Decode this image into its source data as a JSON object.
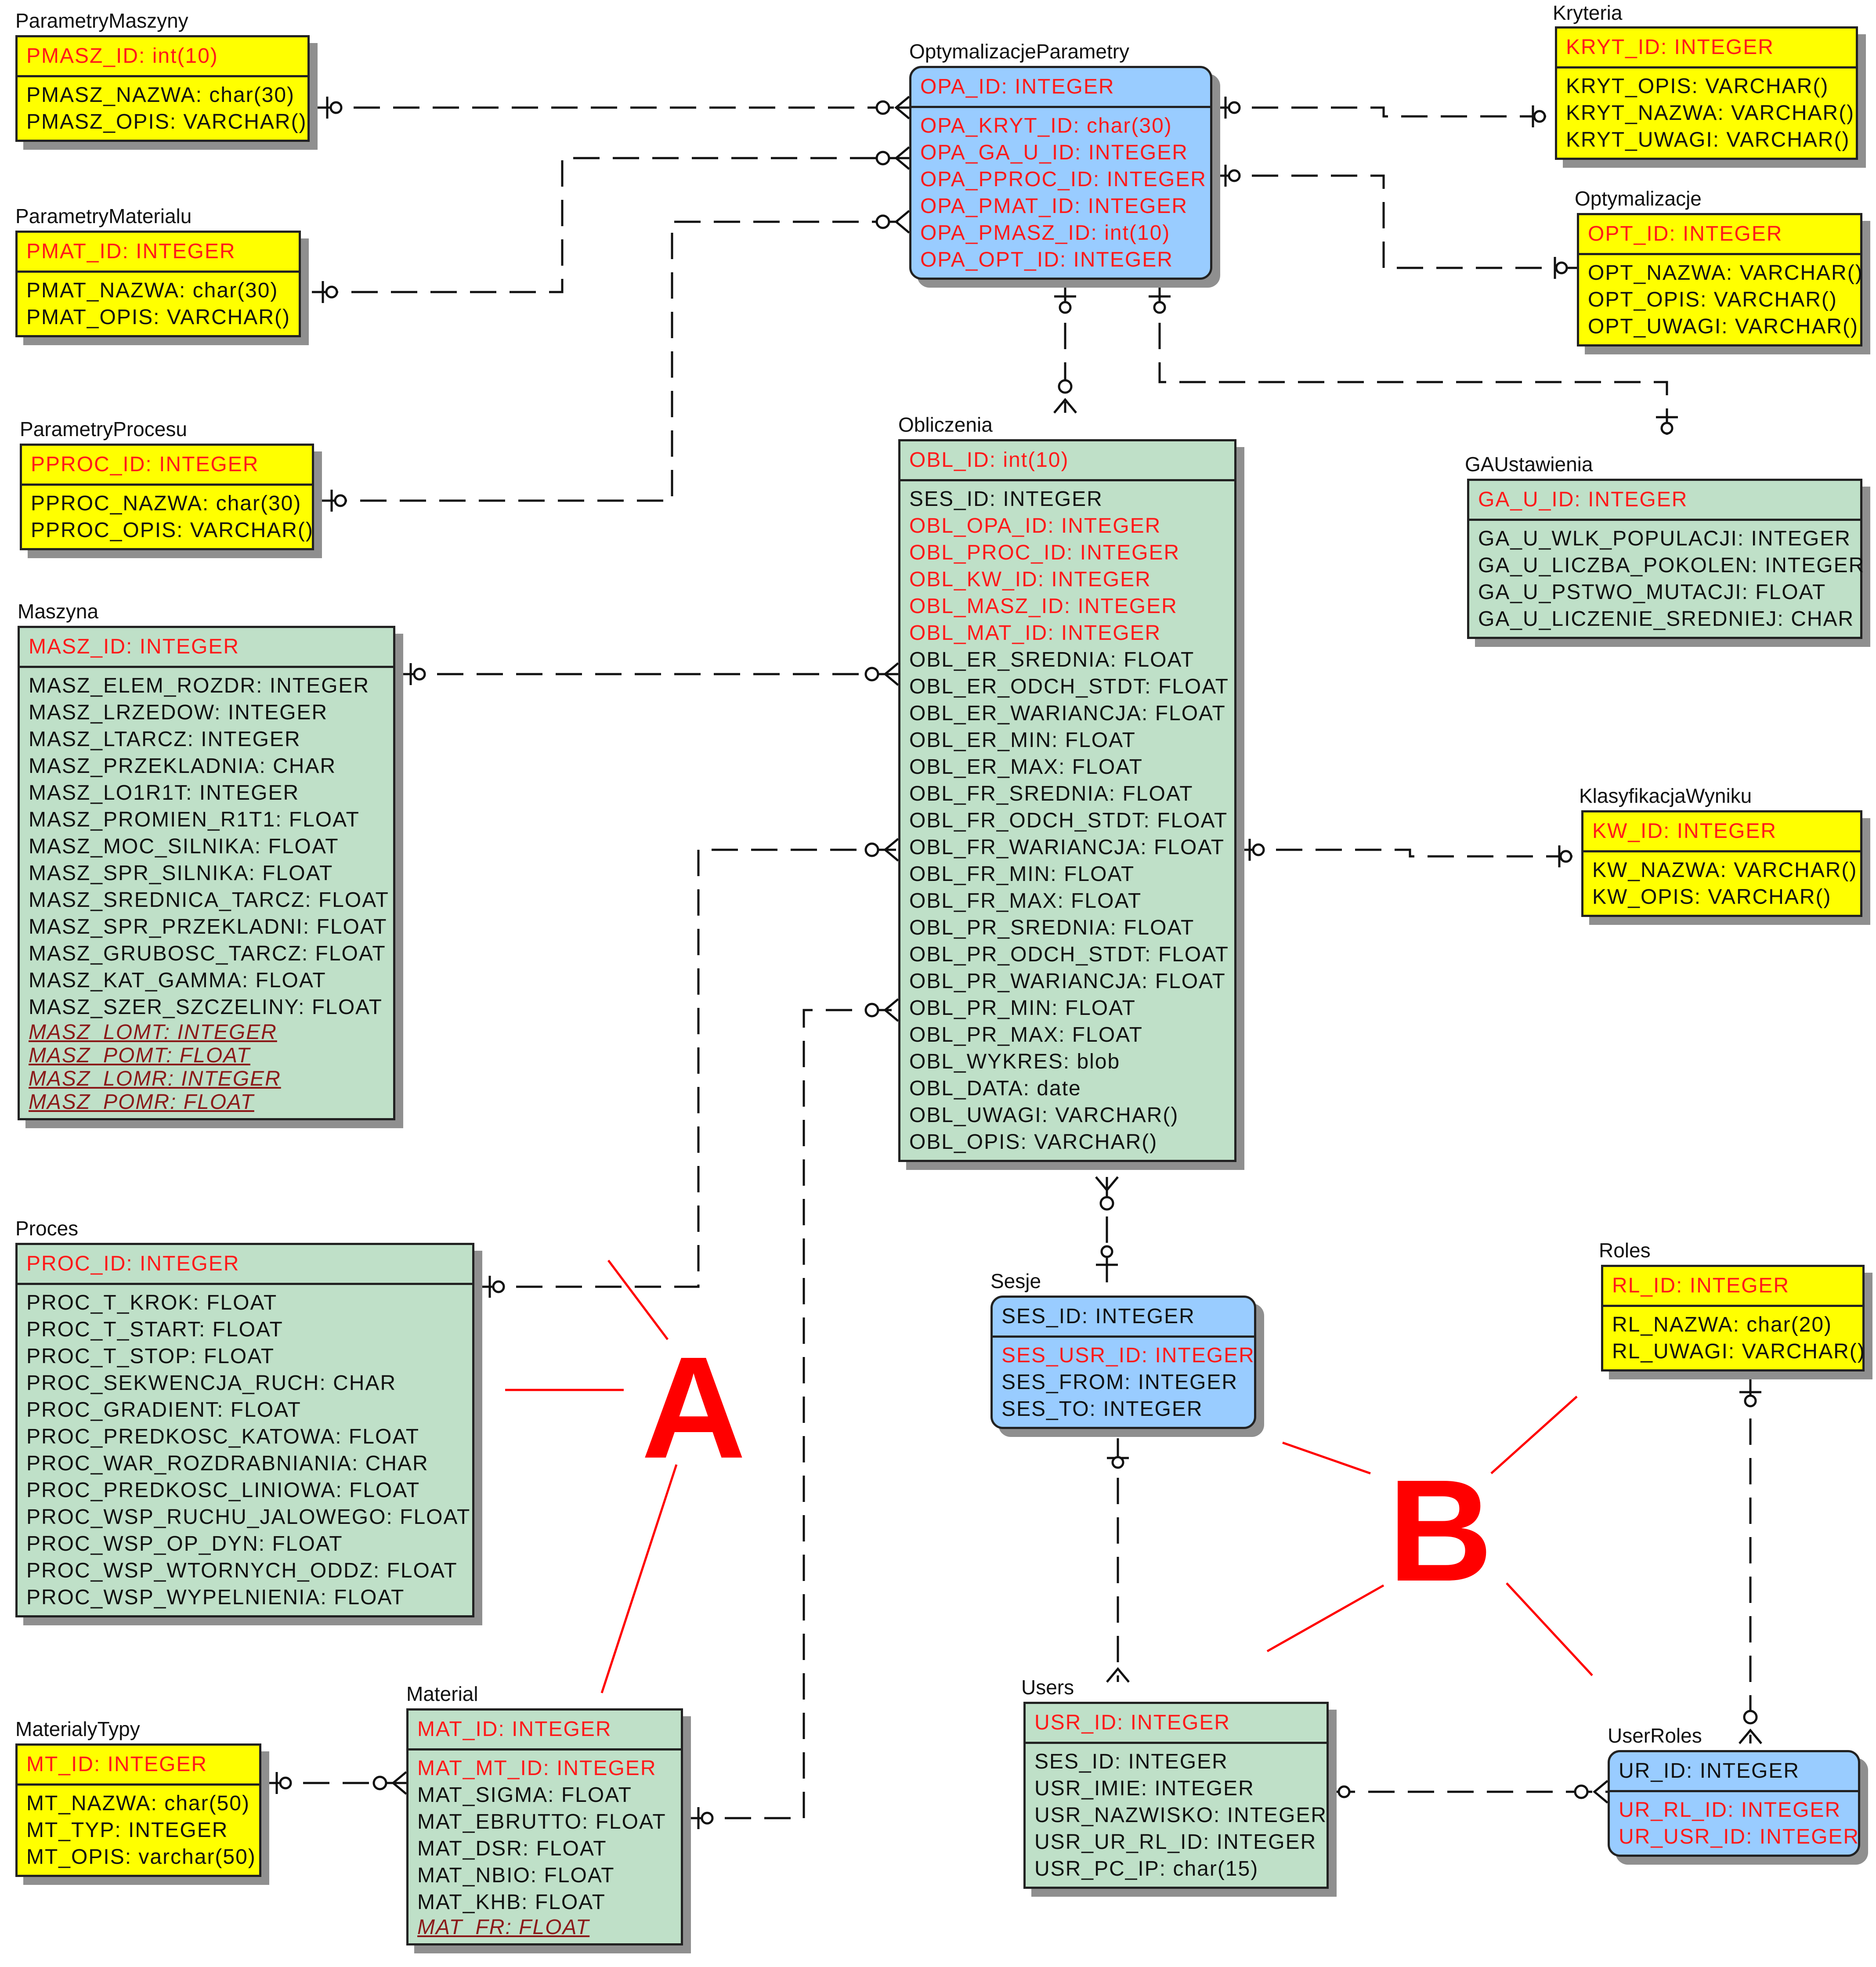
{
  "entities": {
    "parametry_maszyny": {
      "name": "ParametryMaszyny",
      "pk": "PMASZ_ID: int(10)",
      "attrs": [
        "PMASZ_NAZWA: char(30)",
        "PMASZ_OPIS: VARCHAR()"
      ]
    },
    "parametry_materialu": {
      "name": "ParametryMaterialu",
      "pk": "PMAT_ID: INTEGER",
      "attrs": [
        "PMAT_NAZWA: char(30)",
        "PMAT_OPIS: VARCHAR()"
      ]
    },
    "parametry_procesu": {
      "name": "ParametryProcesu",
      "pk": "PPROC_ID: INTEGER",
      "attrs": [
        "PPROC_NAZWA: char(30)",
        "PPROC_OPIS: VARCHAR()"
      ]
    },
    "optymalizacje_parametry": {
      "name": "OptymalizacjeParametry",
      "pk": "OPA_ID: INTEGER",
      "attrs": [
        "OPA_KRYT_ID: char(30)",
        "OPA_GA_U_ID: INTEGER",
        "OPA_PPROC_ID: INTEGER",
        "OPA_PMAT_ID: INTEGER",
        "OPA_PMASZ_ID: int(10)",
        "OPA_OPT_ID: INTEGER"
      ]
    },
    "kryteria": {
      "name": "Kryteria",
      "pk": "KRYT_ID: INTEGER",
      "attrs": [
        "KRYT_OPIS: VARCHAR()",
        "KRYT_NAZWA: VARCHAR()",
        "KRYT_UWAGI: VARCHAR()"
      ]
    },
    "optymalizacje": {
      "name": "Optymalizacje",
      "pk": "OPT_ID: INTEGER",
      "attrs": [
        "OPT_NAZWA: VARCHAR()",
        "OPT_OPIS: VARCHAR()",
        "OPT_UWAGI: VARCHAR()"
      ]
    },
    "obliczenia": {
      "name": "Obliczenia",
      "pk": "OBL_ID: int(10)",
      "attrs": [
        "SES_ID: INTEGER",
        "OBL_OPA_ID: INTEGER",
        "OBL_PROC_ID: INTEGER",
        "OBL_KW_ID: INTEGER",
        "OBL_MASZ_ID: INTEGER",
        "OBL_MAT_ID: INTEGER",
        "OBL_ER_SREDNIA: FLOAT",
        "OBL_ER_ODCH_STDT: FLOAT",
        "OBL_ER_WARIANCJA: FLOAT",
        "OBL_ER_MIN: FLOAT",
        "OBL_ER_MAX: FLOAT",
        "OBL_FR_SREDNIA: FLOAT",
        "OBL_FR_ODCH_STDT: FLOAT",
        "OBL_FR_WARIANCJA: FLOAT",
        "OBL_FR_MIN: FLOAT",
        "OBL_FR_MAX: FLOAT",
        "OBL_PR_SREDNIA: FLOAT",
        "OBL_PR_ODCH_STDT: FLOAT",
        "OBL_PR_WARIANCJA: FLOAT",
        "OBL_PR_MIN: FLOAT",
        "OBL_PR_MAX: FLOAT",
        "OBL_WYKRES: blob",
        "OBL_DATA: date",
        "OBL_UWAGI: VARCHAR()",
        "OBL_OPIS: VARCHAR()"
      ]
    },
    "ga_ustawienia": {
      "name": "GAUstawienia",
      "pk": "GA_U_ID: INTEGER",
      "attrs": [
        "GA_U_WLK_POPULACJI: INTEGER",
        "GA_U_LICZBA_POKOLEN: INTEGER",
        "GA_U_PSTWO_MUTACJI: FLOAT",
        "GA_U_LICZENIE_SREDNIEJ: CHAR"
      ]
    },
    "maszyna": {
      "name": "Maszyna",
      "pk": "MASZ_ID: INTEGER",
      "attrs": [
        "MASZ_ELEM_ROZDR: INTEGER",
        "MASZ_LRZEDOW: INTEGER",
        "MASZ_LTARCZ: INTEGER",
        "MASZ_PRZEKLADNIA: CHAR",
        "MASZ_LO1R1T: INTEGER",
        "MASZ_PROMIEN_R1T1: FLOAT",
        "MASZ_MOC_SILNIKA: FLOAT",
        "MASZ_SPR_SILNIKA: FLOAT",
        "MASZ_SREDNICA_TARCZ: FLOAT",
        "MASZ_SPR_PRZEKLADNI: FLOAT",
        "MASZ_GRUBOSC_TARCZ: FLOAT",
        "MASZ_KAT_GAMMA: FLOAT",
        "MASZ_SZER_SZCZELINY: FLOAT"
      ],
      "derived": [
        "MASZ_LOMT: INTEGER",
        "MASZ_POMT: FLOAT",
        "MASZ_LOMR: INTEGER",
        "MASZ_POMR: FLOAT"
      ]
    },
    "klasyfikacja_wyniku": {
      "name": "KlasyfikacjaWyniku",
      "pk": "KW_ID: INTEGER",
      "attrs": [
        "KW_NAZWA: VARCHAR()",
        "KW_OPIS: VARCHAR()"
      ]
    },
    "proces": {
      "name": "Proces",
      "pk": "PROC_ID: INTEGER",
      "attrs": [
        "PROC_T_KROK: FLOAT",
        "PROC_T_START: FLOAT",
        "PROC_T_STOP: FLOAT",
        "PROC_SEKWENCJA_RUCH: CHAR",
        "PROC_GRADIENT: FLOAT",
        "PROC_PREDKOSC_KATOWA: FLOAT",
        "PROC_WAR_ROZDRABNIANIA: CHAR",
        "PROC_PREDKOSC_LINIOWA: FLOAT",
        "PROC_WSP_RUCHU_JALOWEGO: FLOAT",
        "PROC_WSP_OP_DYN: FLOAT",
        "PROC_WSP_WTORNYCH_ODDZ: FLOAT",
        "PROC_WSP_WYPELNIENIA: FLOAT"
      ]
    },
    "sesje": {
      "name": "Sesje",
      "pk": "SES_ID: INTEGER",
      "attrs": [
        "SES_USR_ID: INTEGER",
        "SES_FROM: INTEGER",
        "SES_TO: INTEGER"
      ]
    },
    "roles": {
      "name": "Roles",
      "pk": "RL_ID: INTEGER",
      "attrs": [
        "RL_NAZWA: char(20)",
        "RL_UWAGI: VARCHAR()"
      ]
    },
    "users": {
      "name": "Users",
      "pk": "USR_ID: INTEGER",
      "attrs": [
        "SES_ID: INTEGER",
        "USR_IMIE: INTEGER",
        "USR_NAZWISKO: INTEGER",
        "USR_UR_RL_ID: INTEGER",
        "USR_PC_IP: char(15)"
      ]
    },
    "user_roles": {
      "name": "UserRoles",
      "pk": "UR_ID: INTEGER",
      "attrs": [
        "UR_RL_ID: INTEGER",
        "UR_USR_ID: INTEGER"
      ]
    },
    "materialy_typy": {
      "name": "MaterialyTypy",
      "pk": "MT_ID: INTEGER",
      "attrs": [
        "MT_NAZWA: char(50)",
        "MT_TYP: INTEGER",
        "MT_OPIS: varchar(50)"
      ]
    },
    "material": {
      "name": "Material",
      "pk": "MAT_ID: INTEGER",
      "attrs": [
        "MAT_MT_ID: INTEGER",
        "MAT_SIGMA: FLOAT",
        "MAT_EBRUTTO: FLOAT",
        "MAT_DSR: FLOAT",
        "MAT_NBIO: FLOAT",
        "MAT_KHB: FLOAT"
      ],
      "derived": [
        "MAT_FR: FLOAT"
      ]
    }
  },
  "annotations": {
    "label_a": "A",
    "label_b": "B"
  },
  "colors": {
    "yellow": "#ffff00",
    "green": "#bfe0c8",
    "blue": "#99ccff",
    "key_red": "#ff1a1a",
    "annotation_red": "#ff0000"
  }
}
